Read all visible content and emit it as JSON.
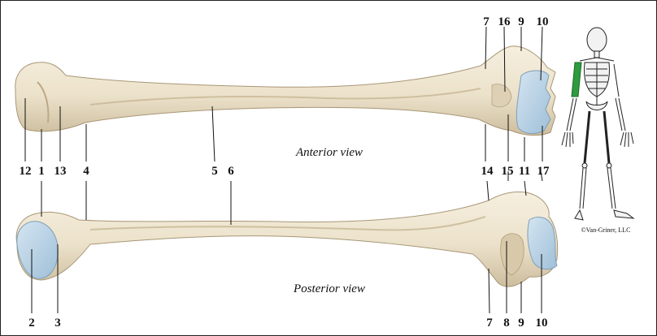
{
  "figure": {
    "views": {
      "anterior": "Anterior view",
      "posterior": "Posterior view"
    },
    "copyright": "©Van-Griner, LLC",
    "anterior_labels": {
      "top": [
        "7",
        "16",
        "9",
        "10"
      ],
      "bottom": [
        "12",
        "1",
        "13",
        "4",
        "5",
        "6",
        "14",
        "15",
        "11",
        "17"
      ]
    },
    "posterior_labels": [
      "2",
      "3",
      "7",
      "8",
      "9",
      "10"
    ],
    "colors": {
      "bone": "#efe6d2",
      "bone_shade": "#c9b99a",
      "cartilage": "#b9d3e6",
      "highlight_bone": "#2e9b3e",
      "skeleton": "#f2f2f2"
    }
  }
}
